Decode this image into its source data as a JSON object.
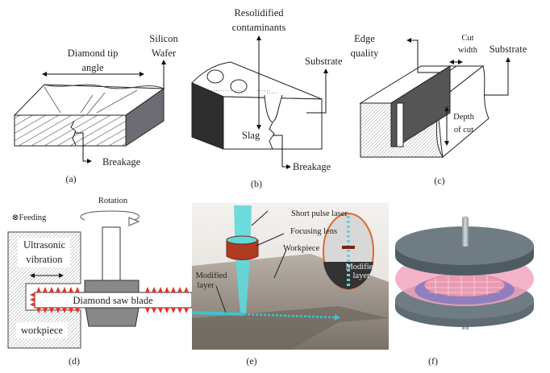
{
  "panels": {
    "a": {
      "caption": "(a)",
      "labels": {
        "tip_line1": "Diamond tip",
        "tip_line2": "angle",
        "wafer_line1": "Silicon",
        "wafer_line2": "Wafer",
        "breakage": "Breakage"
      }
    },
    "b": {
      "caption": "(b)",
      "labels": {
        "resolid_line1": "Resolidified",
        "resolid_line2": "contaminants",
        "substrate": "Substrate",
        "slag": "Slag",
        "breakage": "Breakage"
      }
    },
    "c": {
      "caption": "(c)",
      "labels": {
        "edge_line1": "Edge",
        "edge_line2": "quality",
        "cut_line1": "Cut",
        "cut_line2": "width",
        "substrate": "Substrate",
        "depth_line1": "Depth",
        "depth_line2": "of cut"
      }
    },
    "d": {
      "caption": "(d)",
      "labels": {
        "rotation": "Rotation",
        "feeding": "⊗Feeding",
        "ultra_line1": "Ultrasonic",
        "ultra_line2": "vibration",
        "blade": "Diamond saw blade",
        "workpiece": "workpiece"
      }
    },
    "e": {
      "caption": "(e)",
      "labels": {
        "laser": "Short pulse laser",
        "lens": "Focusing lens",
        "workpiece": "Workpiece",
        "modified_line1": "Modified",
        "modified_line2": "layer",
        "inset_line1": "Modified",
        "inset_line2": "layer"
      }
    },
    "f": {
      "caption": "(f)"
    }
  },
  "colors": {
    "laser": "#5fd8dc",
    "lens": "#b03a22",
    "teeth": "#e8332a",
    "disc": "#5e6b72",
    "pad": "#f2a6c0",
    "wafer": "#8f7fbf",
    "workpiece": "#9a9288"
  }
}
